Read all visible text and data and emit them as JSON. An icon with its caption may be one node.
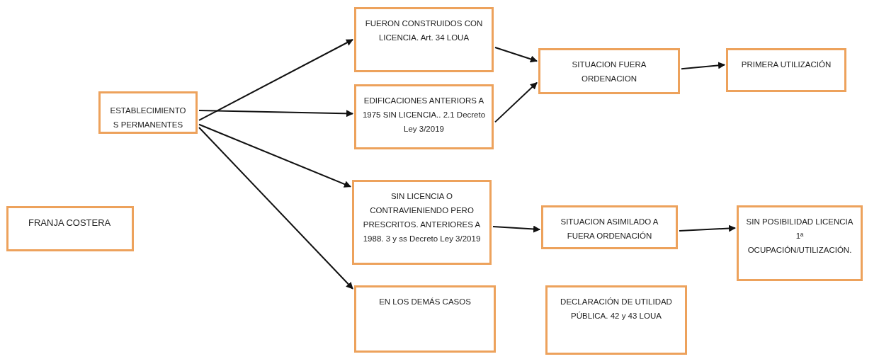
{
  "diagram": {
    "nodes": [
      {
        "text": [
          "ESTABLECIMIENTO S PERMANENTES"
        ]
      },
      {
        "text": [
          "FUERON CONSTRUIDOS CON LICENCIA. Art. 34 LOUA"
        ]
      },
      {
        "text": [
          "EDIFICACIONES ANTERIORS A 1975 SIN LICENCIA.. 2.1 Decreto Ley 3/2019"
        ]
      },
      {
        "text": [
          "SIN LICENCIA  O CONTRAVIENIENDO PERO PRESCRITOS. ANTERIORES A 1988. 3 y ss  Decreto Ley 3/2019"
        ]
      },
      {
        "text": [
          "EN LOS DEMÁS CASOS"
        ]
      },
      {
        "text": [
          "SITUACION FUERA ORDENACION"
        ]
      },
      {
        "text": [
          "PRIMERA UTILIZACIÓN"
        ]
      },
      {
        "text": [
          "SITUACION ASIMILADO A FUERA ORDENACIÓN"
        ]
      },
      {
        "text": [
          "SIN POSIBILIDAD LICENCIA 1ª OCUPACIÓN/UTILIZACIÓN."
        ]
      },
      {
        "text": [
          "DECLARACIÓN DE UTILIDAD PÚBLICA. 42 y 43 LOUA"
        ]
      },
      {
        "text": [
          "FRANJA COSTERA"
        ]
      }
    ],
    "edges": [
      {
        "from": 0,
        "to": 1,
        "arrow": "to"
      },
      {
        "from": 0,
        "to": 2,
        "arrow": "to"
      },
      {
        "from": 0,
        "to": 3,
        "arrow": "to"
      },
      {
        "from": 0,
        "to": 4,
        "arrow": "to"
      },
      {
        "from": 1,
        "to": 5,
        "arrow": "to"
      },
      {
        "from": 2,
        "to": 5,
        "arrow": "to"
      },
      {
        "from": 5,
        "to": 6,
        "arrow": "to"
      },
      {
        "from": 3,
        "to": 7,
        "arrow": "to"
      },
      {
        "from": 7,
        "to": 8,
        "arrow": "to"
      }
    ]
  }
}
